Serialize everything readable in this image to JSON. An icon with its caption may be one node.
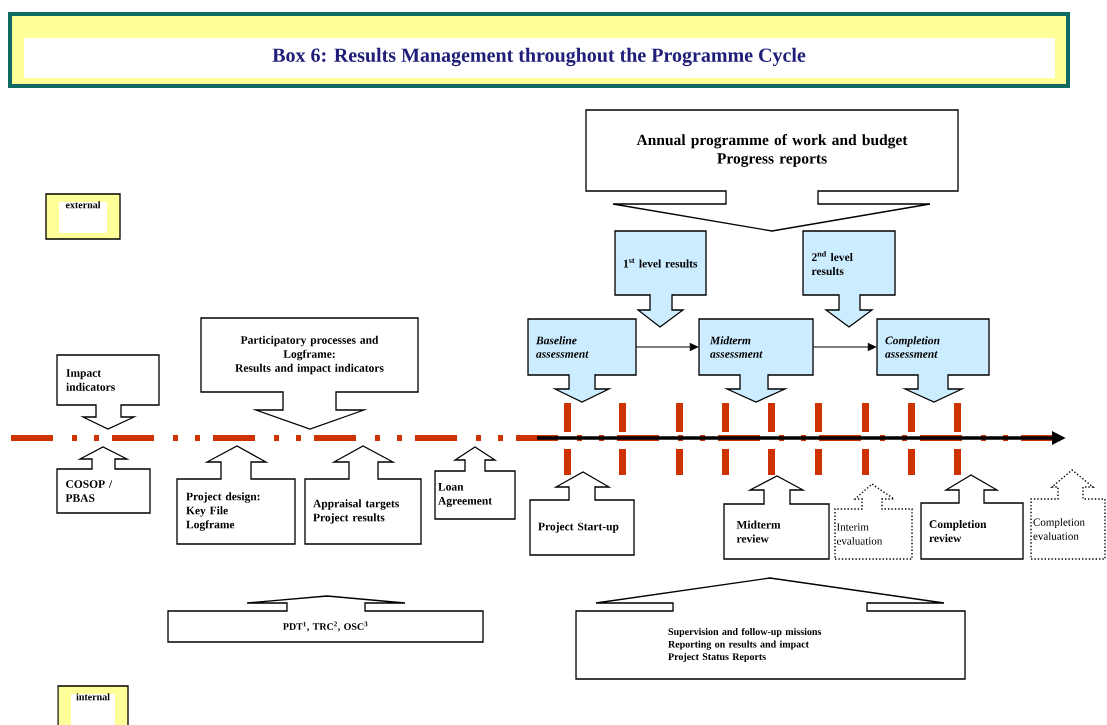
{
  "diagram": {
    "title": "Box 6: Results Management throughout the Programme Cycle",
    "nodes": [
      {
        "text": [
          "Annual programme of work and budget",
          "Progress reports"
        ]
      },
      {
        "text": [
          "external"
        ]
      },
      {
        "text": [
          "1$^{st}$ level results"
        ]
      },
      {
        "text": [
          "2$^{nd}$ level results"
        ]
      },
      {
        "text": [
          "Participatory processes and",
          "Logframe:",
          "Results and impact indicators"
        ]
      },
      {
        "text": [
          "Baseline assessment"
        ]
      },
      {
        "text": [
          "Midterm assessment"
        ]
      },
      {
        "text": [
          "Completion assessment"
        ]
      },
      {
        "text": [
          "Impact indicators"
        ]
      },
      {
        "text": [
          "COSOP / PBAS"
        ]
      },
      {
        "text": [
          "Project design:",
          "Key File",
          "Logframe"
        ]
      },
      {
        "text": [
          "Appraisal targets",
          "Project results"
        ]
      },
      {
        "text": [
          "Loan Agreement"
        ]
      },
      {
        "text": [
          "Project Start-up"
        ]
      },
      {
        "text": [
          "Midterm review"
        ]
      },
      {
        "text": [
          "Interim evaluation"
        ]
      },
      {
        "text": [
          "Completion review"
        ]
      },
      {
        "text": [
          "Completion evaluation"
        ]
      },
      {
        "text": [
          "PDT$^{1}$, TRC$^{2}$, OSC$^{3}$"
        ]
      },
      {
        "text": [
          "Supervision and follow-up missions",
          "Reporting on results and impact",
          "Project Status Reports"
        ]
      },
      {
        "text": [
          "internal"
        ]
      }
    ],
    "edges": [
      {
        "from": 5,
        "to": 6,
        "arrow": "to"
      },
      {
        "from": 6,
        "to": 7,
        "arrow": "to"
      }
    ]
  }
}
